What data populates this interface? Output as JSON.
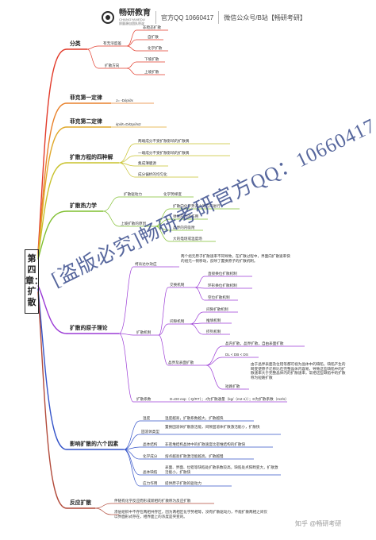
{
  "header": {
    "brand_cn": "畅研教育",
    "brand_en": "CHANGYANEDU",
    "brand_tag": "质量源自团队积淀",
    "qq": "官方QQ 10660417",
    "wechat": "微信公众号/B站【畅研考研】"
  },
  "root_title": "第四章：扩散",
  "watermark": "[盗版必究]畅研考研官方QQ：10660417",
  "footer_source": "知乎 @畅研考研",
  "categories": {
    "fenlei": "分类",
    "fick1": "菲克第一定律",
    "fick2": "菲克第二定律",
    "equations": "扩散方程的四种解",
    "thermo": "扩散热力学",
    "atomic": "扩散的原子理论",
    "factors": "影响扩散的六个因素",
    "reaction": "反应扩散"
  },
  "colors": {
    "fenlei": "#e23a2a",
    "fick1": "#e9812b",
    "fick2": "#e0a92c",
    "equations": "#c8c22c",
    "thermo": "#7fbf2f",
    "atomic": "#9b3bd6",
    "factors": "#3554c9",
    "reaction": "#b24a3a"
  },
  "fenlei": {
    "g1": "有无浓度差",
    "g1a": "非稳态扩散",
    "g1b": "自扩散",
    "g1c": "化学扩散",
    "g2": "扩散方向",
    "g2a": "下坡扩散",
    "g2b": "上坡扩散"
  },
  "fick1_formula": "J= -D∂ρ/∂x",
  "fick2_formula": "∂ρ/∂t=D∂2ρ/∂x2",
  "equations": {
    "a": "两端成分不受扩散影响的扩散偶",
    "b": "一端成分不受扩散影响的扩散偶",
    "c": "集成薄膜源",
    "d": "成分偏析的均匀化"
  },
  "thermo": {
    "force": "扩散驱动力",
    "force_val": "化学势梯度",
    "uphill": "上坡扩散的原因",
    "u1": "扩散向化学势减小的方向进行",
    "u2": "弹性应力的作用",
    "u3": "晶界的内吸附",
    "u4": "大的电场或温度场"
  },
  "atomic": {
    "kirk": "柯肯达尔效应",
    "kirk_desc": "两个组元原子扩散速率不同导致，在扩散过程中，界面向扩散速率快的组元一侧移动，反映了置换原子的扩散机制。",
    "mech": "扩散机制",
    "interchange": "交换机制",
    "i1": "直接换位扩散机制",
    "i2": "环形换位扩散机制",
    "i3": "空位扩散机制",
    "interstitial": "间隙机制",
    "s1": "间隙扩散机制",
    "s2": "推填机制",
    "s3": "挤列机制",
    "surface": "晶界及表面扩散",
    "sf1": "晶内扩散，晶界扩散，自由表面扩散",
    "sf2": "DL < DB < DS",
    "short": "短路扩散",
    "short_desc": "由于晶界表面及位错等都可视为晶体中的缺陷，缺陷产生的畸变使原子迁移比在完整晶体内容易，导致这些缺陷中的扩散速率大于完整晶体内的扩散速率，常把这些缺陷中的扩散称为短路扩散",
    "coef": "扩散系数",
    "coef_desc": "D=D0 exp（-Q/RT）；J为扩散通量（kg/（m2·s））；D为扩散系数（m2/s）"
  },
  "factors": {
    "temp": "温度",
    "temp_desc": "温度越高，扩散系数越大，扩散越快",
    "solid": "固溶体类型",
    "solid_desc": "置换固溶体扩散激活能，间隙固溶体扩散激活能小，扩散快",
    "crystal": "晶体结构",
    "crystal_desc": "非密堆结构晶体中的扩散速度比密堆结构的扩散快",
    "comp": "化学成分",
    "comp_desc": "熔点越高扩散激活能越高，扩散越慢",
    "defect": "晶体缺陷",
    "defect_desc": "表面、界面、位错等缺陷处扩散系数较高，缺陷处点阵畸变大，扩散激活能小，扩散快",
    "stress": "应力作用",
    "stress_desc": "提供原子扩散的驱动力"
  },
  "reaction": {
    "r1": "伴随有化学反应而形成新相的扩散称为反应扩散",
    "r2": "渗层组织中不存在两相共存区，因为两相区化学势相等，没有扩散驱动力，不能扩散两相之间仅以界面形式存在，相界面上的浓度是突变的。"
  }
}
